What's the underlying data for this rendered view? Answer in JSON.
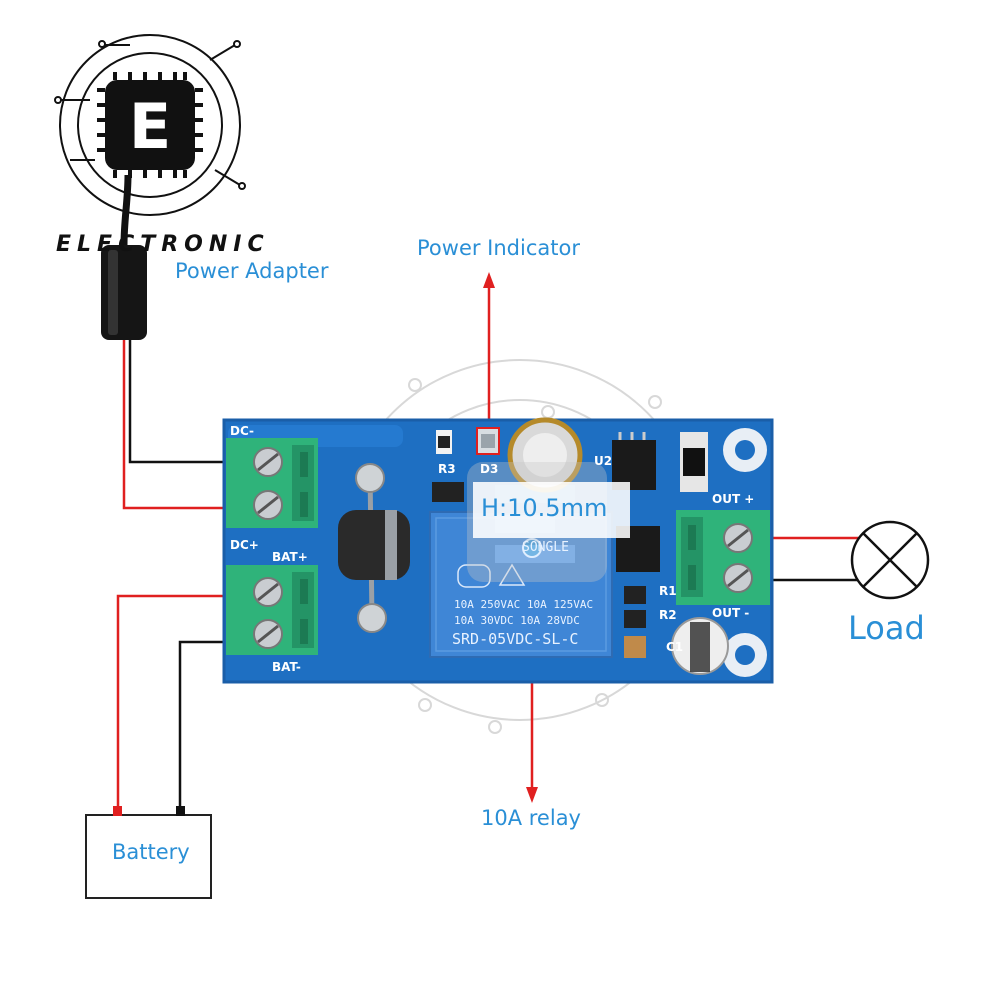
{
  "logo": {
    "text": "ELECTRONIC",
    "letter": "E"
  },
  "labels": {
    "power_adapter": "Power Adapter",
    "power_indicator": "Power Indicator",
    "load": "Load",
    "relay": "10A relay",
    "battery": "Battery",
    "dimension": "H:10.5mm"
  },
  "pcb_text": {
    "dc_minus": "DC-",
    "dc_plus": "DC+",
    "bat_plus": "BAT+",
    "bat_minus": "BAT-",
    "out_plus": "OUT +",
    "out_minus": "OUT -",
    "r3": "R3",
    "d3": "D3",
    "u2": "U2",
    "r1": "R1",
    "r2": "R2",
    "c1": "C1"
  },
  "relay_text": {
    "brand": "SONGLE",
    "line1": "10A 250VAC 10A 125VAC",
    "line2": "10A 30VDC 10A 28VDC",
    "model": "SRD-05VDC-SL-C"
  },
  "colors": {
    "label_blue": "#2a8fd6",
    "wire_red": "#e02020",
    "wire_black": "#111111",
    "pcb_blue": "#1e6fc2",
    "terminal_green": "#2fb37a",
    "relay_blue": "#3f86d6"
  }
}
